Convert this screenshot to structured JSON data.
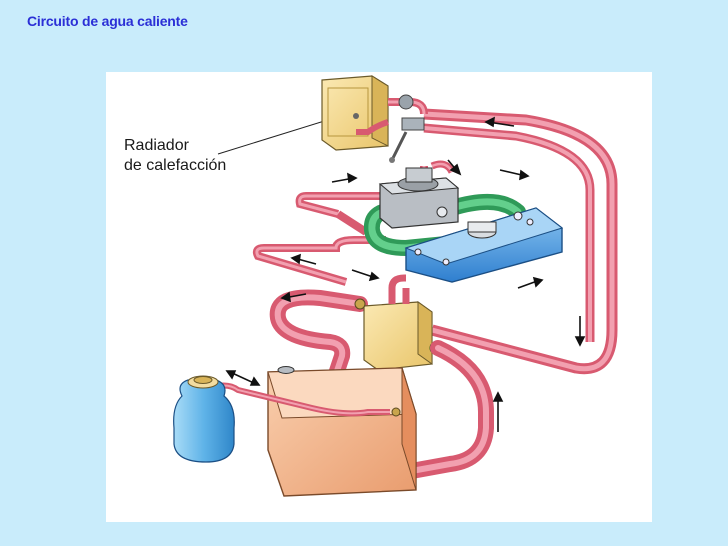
{
  "slide": {
    "title": "Circuito de agua caliente"
  },
  "diagram": {
    "callout": {
      "line1": "Radiador",
      "line2": "de calefacción"
    },
    "colors": {
      "background": "#c9ecfb",
      "title": "#2b2fd6",
      "hose": "#e8768a",
      "hose_highlight": "#f6b6c2",
      "engine_block": "#4a9be0",
      "bypass_hose": "#3fb56a",
      "radiator": "#f2b48c",
      "heater_core": "#f5dc8e",
      "expansion_tank": "#5fb3e8"
    }
  }
}
